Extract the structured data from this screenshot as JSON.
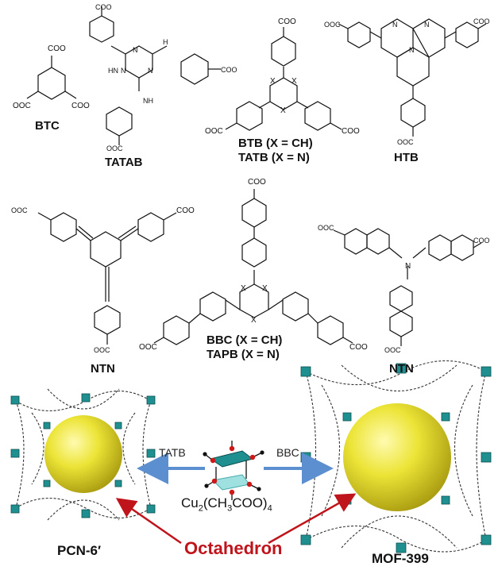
{
  "molecules": {
    "btc": "BTC",
    "tatab": "TATAB",
    "btb": "BTB (X = CH)",
    "tatb": "TATB (X = N)",
    "htb": "HTB",
    "ntn_left": "NTN",
    "bbc": "BBC (X = CH)",
    "tapb": "TAPB (X = N)",
    "ntn_right": "NTN"
  },
  "atoms": {
    "coo": "COO",
    "ooc": "OOC",
    "n": "N",
    "x": "X",
    "nh": "NH",
    "hn": "HN",
    "h": "H"
  },
  "frameworks": {
    "left": "PCN-6′",
    "right": "MOF-399"
  },
  "arrows": {
    "left_label": "TATB",
    "right_label": "BBC"
  },
  "cluster": {
    "formula_parts": [
      "Cu",
      "2",
      "(CH",
      "3",
      "COO)",
      "4"
    ]
  },
  "annotation": {
    "octahedron": "Octahedron"
  },
  "colors": {
    "sphere": "#e8e23a",
    "node": "#1f8f8f",
    "arrow": "#5b8fd0",
    "annotation": "#c0141c"
  }
}
